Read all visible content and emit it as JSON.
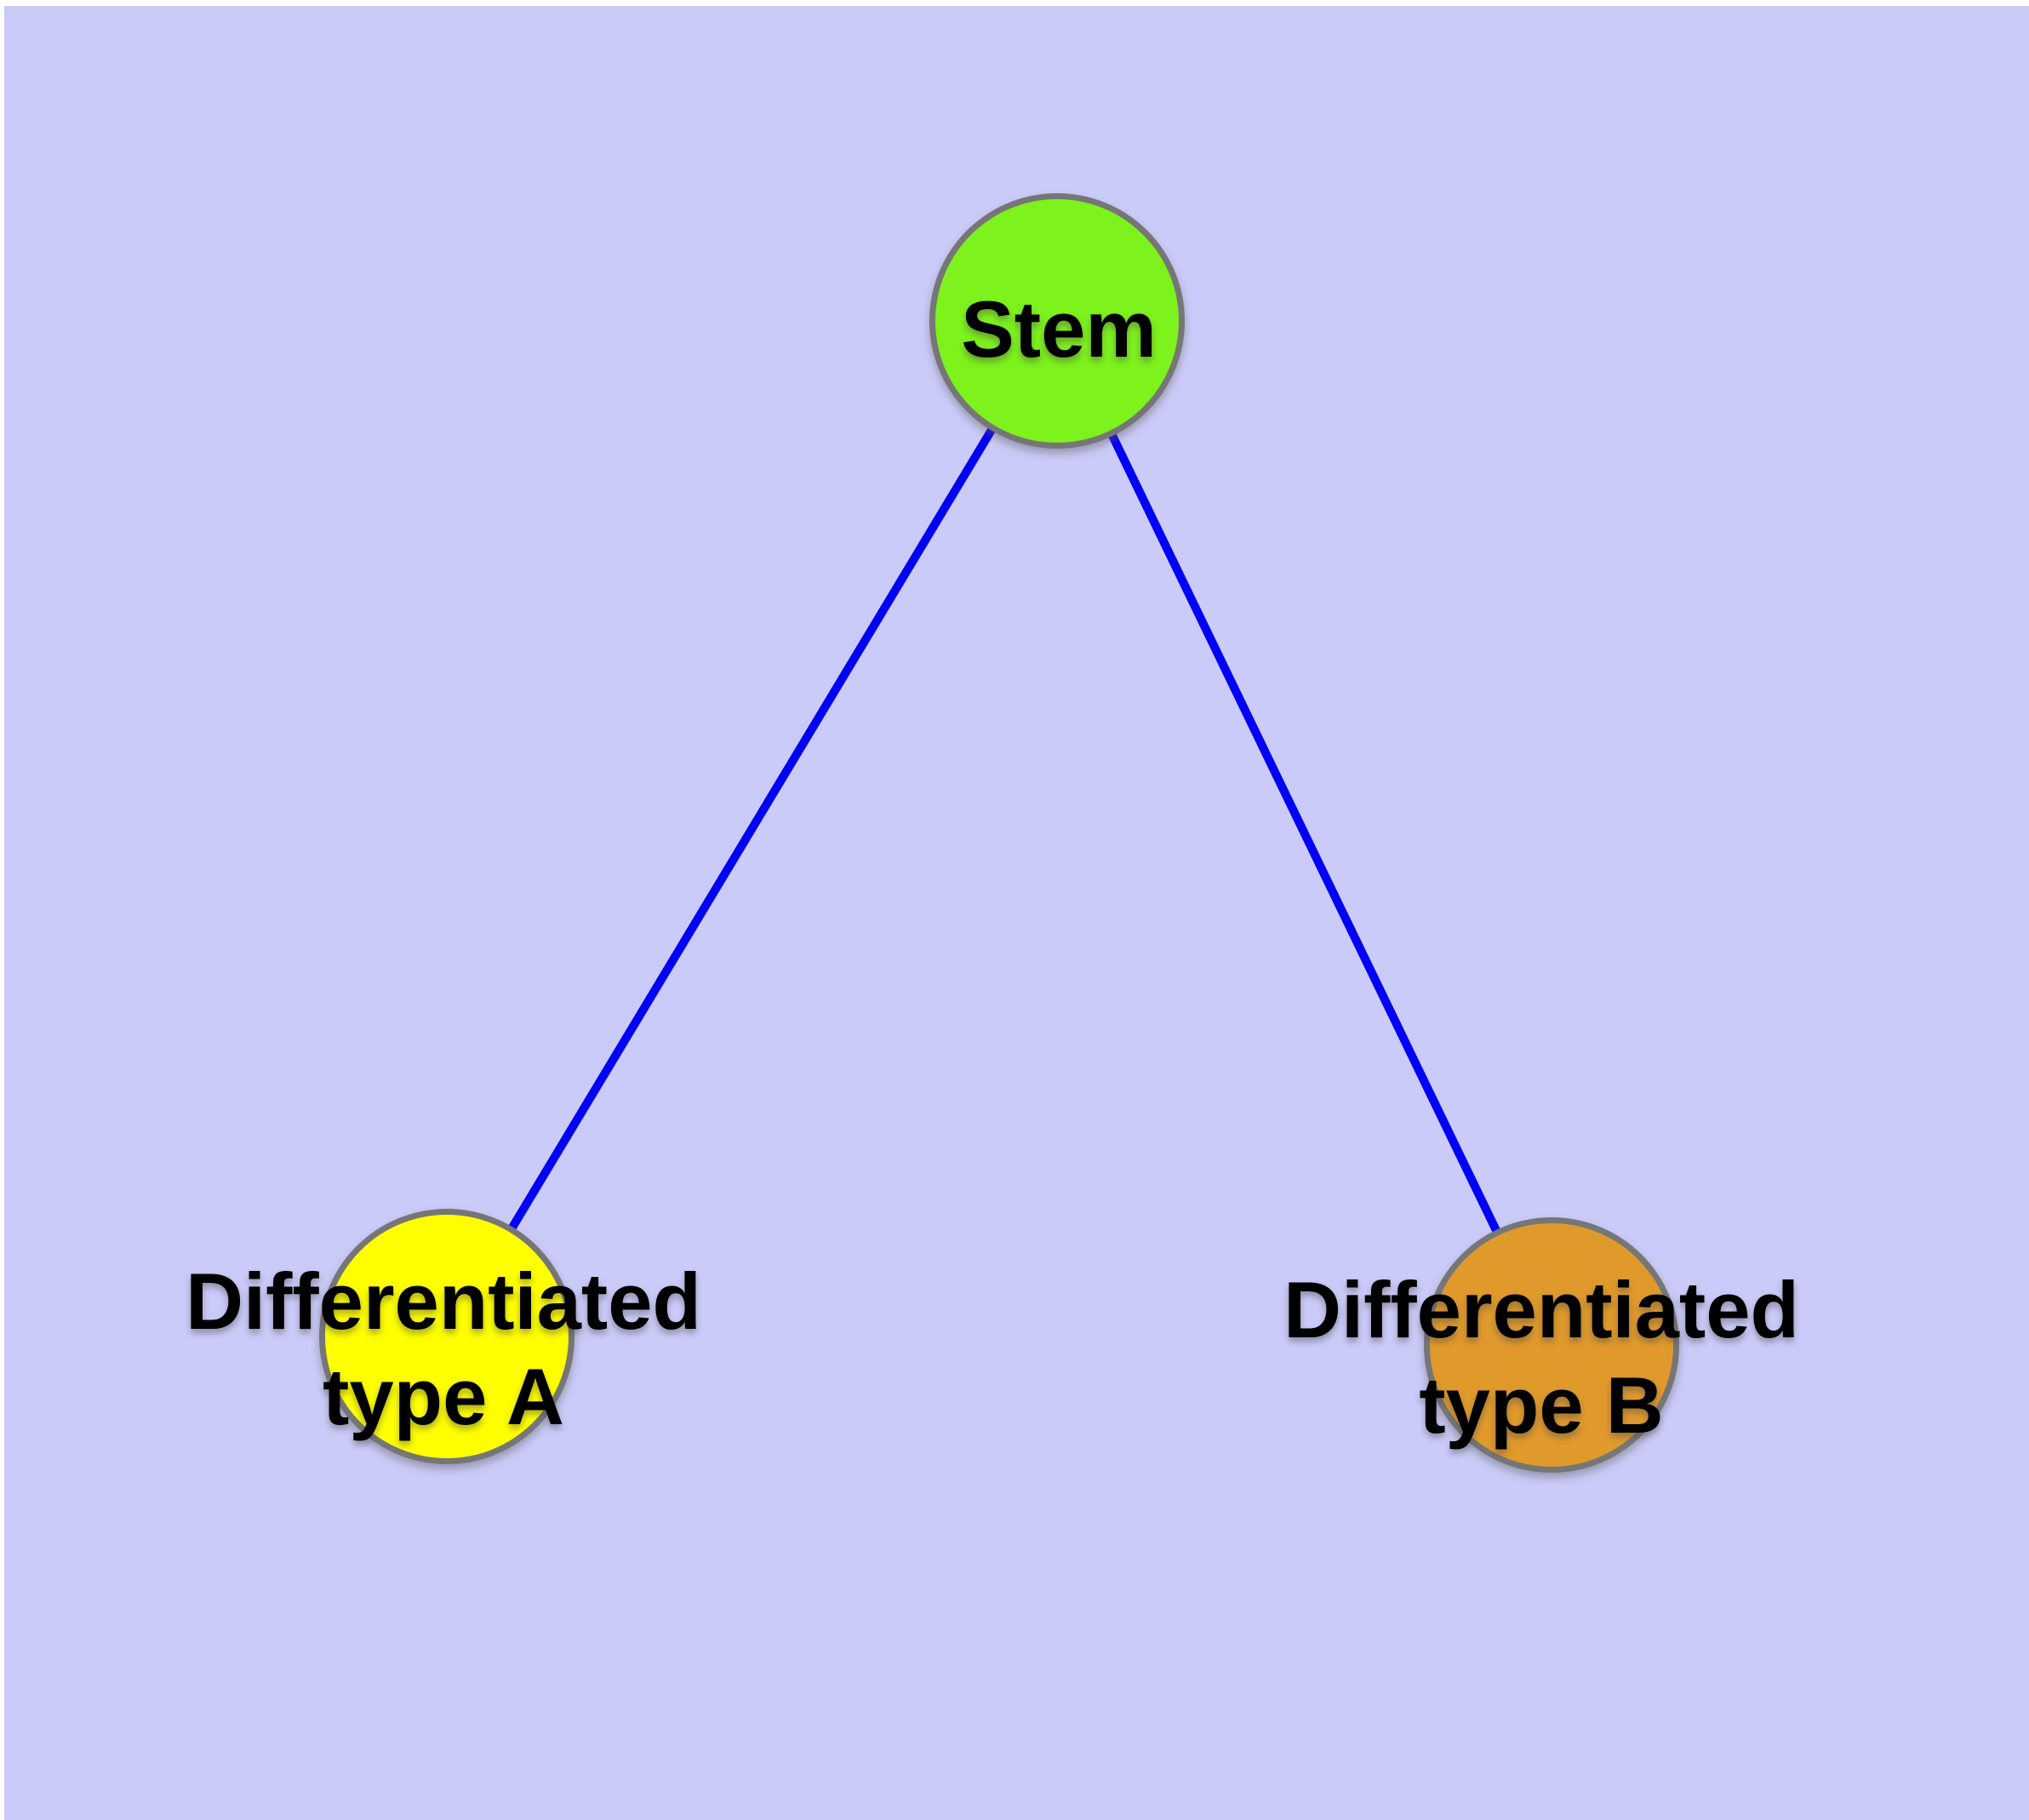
{
  "diagram": {
    "background_color": "#CBCBF9",
    "margin_color": "#FFFFFF",
    "edge_color": "#0000F6",
    "node_border_color": "#767676",
    "label_color": "#000000",
    "nodes": [
      {
        "id": "stem",
        "label": "Stem",
        "fill": "#7DF21C"
      },
      {
        "id": "differentiated-type-a",
        "label": "Differentiated",
        "line2": "type A",
        "fill": "#FFFF00"
      },
      {
        "id": "differentiated-type-b",
        "label": "Differentiated",
        "line2": "type B",
        "fill": "#E09A2C"
      }
    ],
    "edges": [
      {
        "from": "Stem",
        "to": "Differentiated type A"
      },
      {
        "from": "Stem",
        "to": "Differentiated type B"
      }
    ]
  }
}
